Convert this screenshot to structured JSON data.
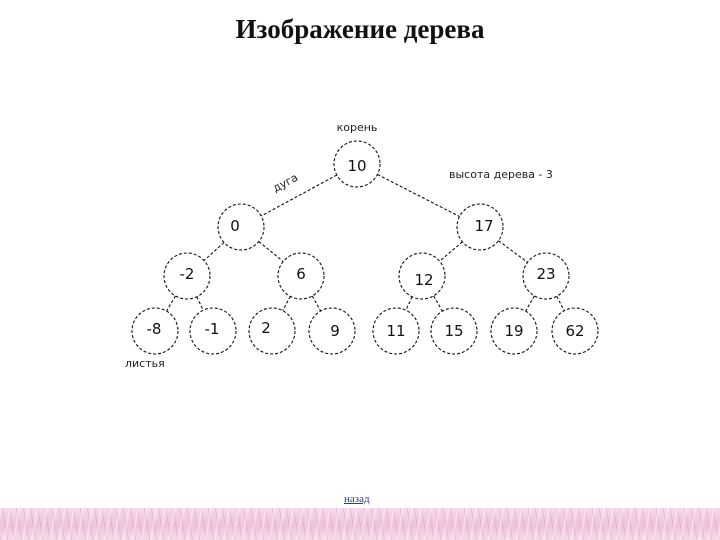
{
  "title": "Изображение дерева",
  "diagram": {
    "labels": {
      "root": "корень",
      "arc": "дуга",
      "height": "высота дерева - 3",
      "leaves": "листья"
    },
    "nodes": [
      {
        "id": "n10",
        "value": "10",
        "depth": 0,
        "slot": 0
      },
      {
        "id": "n0",
        "value": "0",
        "depth": 1,
        "slot": 0
      },
      {
        "id": "n17",
        "value": "17",
        "depth": 1,
        "slot": 1
      },
      {
        "id": "nm2",
        "value": "-2",
        "depth": 2,
        "slot": 0
      },
      {
        "id": "n6",
        "value": "6",
        "depth": 2,
        "slot": 1
      },
      {
        "id": "n12",
        "value": "12",
        "depth": 2,
        "slot": 2
      },
      {
        "id": "n23",
        "value": "23",
        "depth": 2,
        "slot": 3
      },
      {
        "id": "nm8",
        "value": "-8",
        "depth": 3,
        "slot": 0
      },
      {
        "id": "nm1",
        "value": "-1",
        "depth": 3,
        "slot": 1
      },
      {
        "id": "n2",
        "value": "2",
        "depth": 3,
        "slot": 2
      },
      {
        "id": "n9",
        "value": "9",
        "depth": 3,
        "slot": 3
      },
      {
        "id": "n11",
        "value": "11",
        "depth": 3,
        "slot": 4
      },
      {
        "id": "n15",
        "value": "15",
        "depth": 3,
        "slot": 5
      },
      {
        "id": "n19",
        "value": "19",
        "depth": 3,
        "slot": 6
      },
      {
        "id": "n62",
        "value": "62",
        "depth": 3,
        "slot": 7
      }
    ],
    "edges": [
      [
        "n10",
        "n0"
      ],
      [
        "n10",
        "n17"
      ],
      [
        "n0",
        "nm2"
      ],
      [
        "n0",
        "n6"
      ],
      [
        "n17",
        "n12"
      ],
      [
        "n17",
        "n23"
      ],
      [
        "nm2",
        "nm8"
      ],
      [
        "nm2",
        "nm1"
      ],
      [
        "n6",
        "n2"
      ],
      [
        "n6",
        "n9"
      ],
      [
        "n12",
        "n11"
      ],
      [
        "n12",
        "n15"
      ],
      [
        "n23",
        "n19"
      ],
      [
        "n23",
        "n62"
      ]
    ]
  },
  "nav": {
    "back_label": "назад"
  },
  "colors": {
    "ink": "#111111",
    "link": "#2b3aa0",
    "footer": "#efc3dc"
  }
}
